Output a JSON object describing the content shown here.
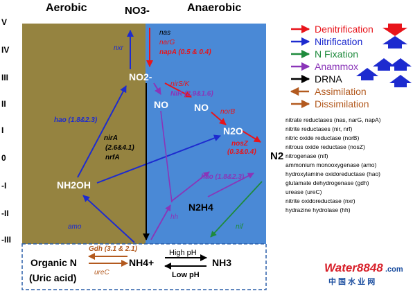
{
  "header": {
    "aerobic": "Aerobic",
    "no3": "NO3-",
    "anaerobic": "Anaerobic"
  },
  "oxidation_levels": [
    "V",
    "IV",
    "III",
    "II",
    "I",
    "0",
    "-I",
    "-II",
    "-III"
  ],
  "species": {
    "no2": "NO2-",
    "no": "NO",
    "no_b": "NO",
    "n2o": "N2O",
    "n2": "N2",
    "nh2oh": "NH2OH",
    "n2h4": "N2H4",
    "organic_n": "Organic N",
    "uric_acid": "(Uric acid)",
    "nh4": "NH4+",
    "nh3": "NH3"
  },
  "labels": {
    "nas": "nas",
    "narG": "narG",
    "napA": "napA (0.5 & 0.4)",
    "nxr": "nxr",
    "nirSK": "nirS/K",
    "NiR": "NiR (2.9&1.6)",
    "norB": "norB",
    "nosZ_name": "nosZ",
    "nosZ_val": "(0.3&0.4)",
    "hao_left": "hao (1.8&2.3)",
    "nirA": "nirA",
    "nirA_val": "(2.6&4.1)",
    "nrfA": "nrfA",
    "hao_right": "hao (1.8&2.3)",
    "hh": "hh",
    "amo": "amo",
    "nif": "nif",
    "gdh": "Gdh (3.1 & 2.1)",
    "ureC": "ureC",
    "high_ph": "High pH",
    "low_ph": "Low pH"
  },
  "legend": [
    {
      "label": "Denitrification",
      "color": "#e8141b"
    },
    {
      "label": "Nitrification",
      "color": "#1d2bcf"
    },
    {
      "label": "N Fixation",
      "color": "#1e8a3c"
    },
    {
      "label": "Anammox",
      "color": "#8a35b8"
    },
    {
      "label": "DRNA",
      "color": "#000000"
    },
    {
      "label": "Assimilation",
      "color": "#b35a1f"
    },
    {
      "label": "Dissimilation",
      "color": "#b35a1f"
    }
  ],
  "enzymes": [
    "nitrate reductases (nas, narG, napA)",
    "nitrite reductases (nir, nrf)",
    "nitric oxide reductase (norB)",
    "nitrous oxide reductase (nosZ)",
    "nitrogenase (nif)",
    "ammonium monooxygenase (amo)",
    "hydroxylamine oxidoreductase (hao)",
    "glutamate dehydrogenase (gdh)",
    "urease (ureC)",
    "nitrite oxidoreductase (nxr)",
    "hydrazine hydrolase (hh)"
  ],
  "watermark": {
    "logo": "Water8848",
    "dotcom": ".com",
    "cn": "中 国 水 业 网"
  },
  "colors": {
    "aerobic_bg": "#958340",
    "anaerobic_bg": "#4a89d6",
    "bottom_border": "#2a5ea8",
    "red": "#e8141b",
    "blue": "#1d2bcf",
    "green": "#1e8a3c",
    "purple": "#8a35b8",
    "brown": "#b35a1f",
    "black": "#000000"
  }
}
